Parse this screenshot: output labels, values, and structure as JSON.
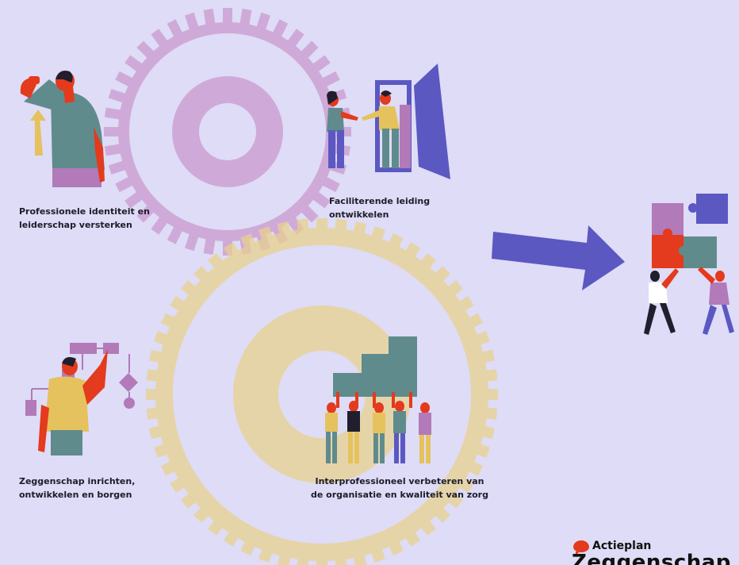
{
  "captions": {
    "identity": [
      "Professionele identiteit en",
      "leiderschap versterken"
    ],
    "leadership": [
      "Faciliterende leiding",
      "ontwikkelen"
    ],
    "governance": [
      "Zeggenschap inrichten,",
      "ontwikkelen en borgen"
    ],
    "improvement": [
      "Interprofessioneel verbeteren van",
      "de organisatie en kwaliteit van zorg"
    ]
  },
  "logo": {
    "top": "Actieplan",
    "bottom": "Zeggenschap"
  },
  "colors": {
    "background": "#dedcf6",
    "gear_top": "#cfaad8",
    "gear_bottom": "#ead28c",
    "arrow": "#5b58c2",
    "accent_red": "#e43a1d",
    "teal": "#5f8b8c",
    "mustard": "#e5c25d"
  }
}
